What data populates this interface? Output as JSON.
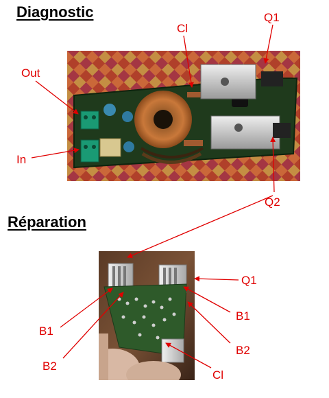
{
  "headings": {
    "diagnostic": "Diagnostic",
    "repair": "Réparation"
  },
  "labels": {
    "top_cl": "Cl",
    "top_q1": "Q1",
    "top_out": "Out",
    "top_in": "In",
    "top_q2": "Q2",
    "bot_q1": "Q1",
    "bot_b1_right": "B1",
    "bot_b1_left": "B1",
    "bot_b2_right": "B2",
    "bot_b2_left": "B2",
    "bot_cl": "Cl"
  },
  "colors": {
    "annotation": "#e00000"
  },
  "photos": {
    "top": "circuit-board-top-photo",
    "bottom": "circuit-board-held-photo"
  }
}
